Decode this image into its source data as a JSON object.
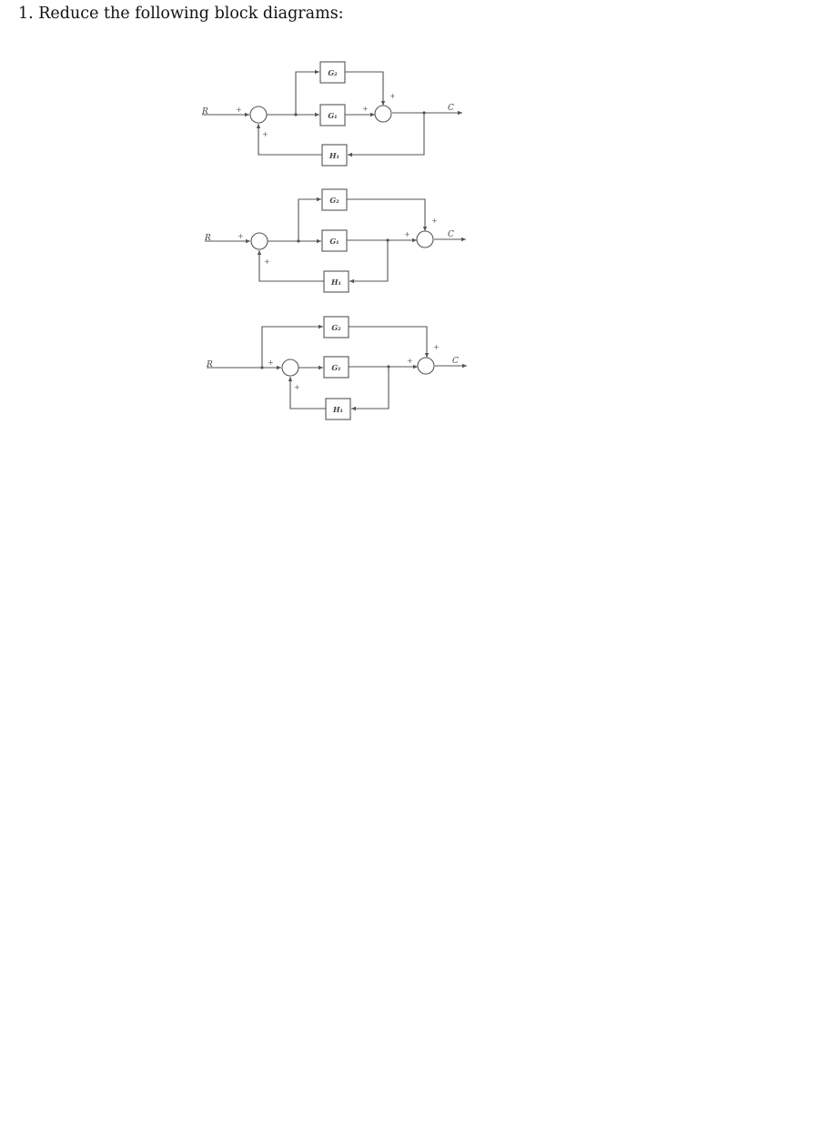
{
  "question": {
    "heading": "1. Reduce the following block diagrams:"
  },
  "diagrams": [
    {
      "input": "R",
      "output": "C",
      "blocks": {
        "g2": "G₂",
        "g1": "G₁",
        "h1": "H₁"
      },
      "signs": [
        "+",
        "+",
        "+",
        "+"
      ]
    },
    {
      "input": "R",
      "output": "C",
      "blocks": {
        "g2": "G₂",
        "g1": "G₁",
        "h1": "H₁"
      },
      "signs": [
        "+",
        "+",
        "+",
        "+"
      ]
    },
    {
      "input": "R",
      "output": "C",
      "blocks": {
        "g2": "G₂",
        "g1": "G₁",
        "h1": "H₁"
      },
      "signs": [
        "+",
        "+",
        "+",
        "+"
      ]
    }
  ]
}
